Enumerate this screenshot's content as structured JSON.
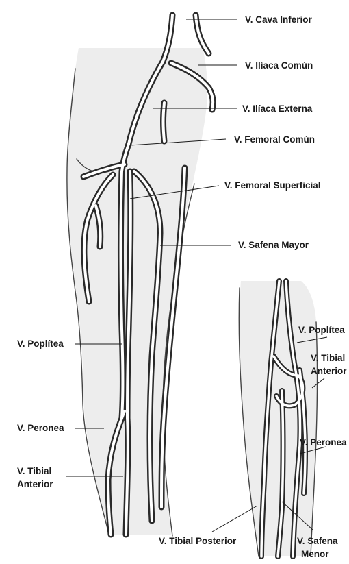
{
  "labels": {
    "cava_inferior": "V. Cava Inferior",
    "iliaca_comun": "V. Ilíaca Común",
    "iliaca_externa": "V. Ilíaca Externa",
    "femoral_comun": "V. Femoral Común",
    "femoral_superficial": "V. Femoral Superficial",
    "safena_mayor": "V. Safena Mayor",
    "poplitea_left": "V. Poplítea",
    "peronea_left": "V. Peronea",
    "tibial_anterior_left_1": "V. Tibial",
    "tibial_anterior_left_2": "Anterior",
    "poplitea_right": "V. Poplítea",
    "tibial_anterior_right_1": "V. Tibial",
    "tibial_anterior_right_2": "Anterior",
    "peronea_right": "V. Peronea",
    "tibial_posterior": "V. Tibial Posterior",
    "safena_menor_1": "V. Safena",
    "safena_menor_2": "Menor"
  }
}
